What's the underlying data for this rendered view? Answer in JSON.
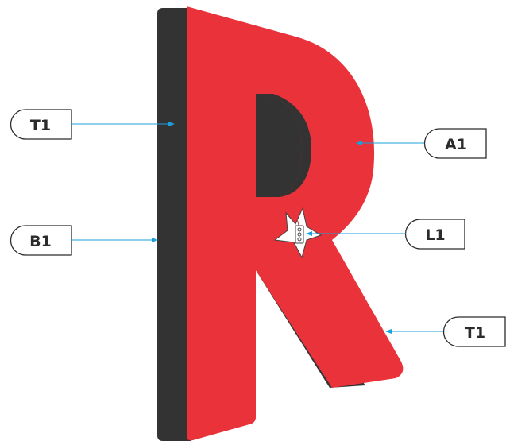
{
  "diagram": {
    "letter_color": "#e9323a",
    "side_color": "#333333",
    "leader_color": "#1aa0dc",
    "callouts": {
      "t1_top": "T1",
      "b1": "B1",
      "a1": "A1",
      "l1": "L1",
      "t1_bottom": "T1"
    }
  }
}
